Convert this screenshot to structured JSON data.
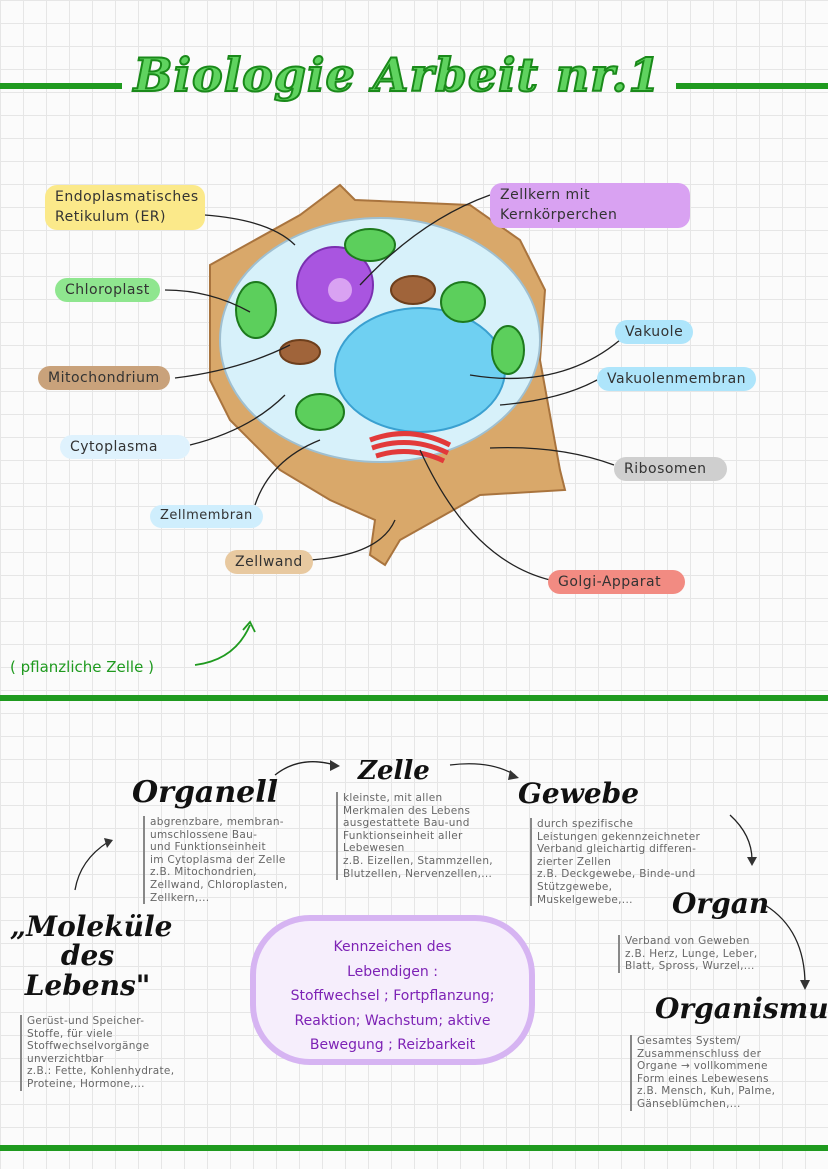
{
  "title": "Biologie Arbeit nr.1",
  "diagram": {
    "caption": "( pflanzliche Zelle )",
    "labels": {
      "er": "Endoplasmatisches Retikulum (ER)",
      "chloroplast": "Chloroplast",
      "mitochondrium": "Mitochondrium",
      "cytoplasma": "Cytoplasma",
      "zellmembran": "Zellmembran",
      "zellwand": "Zellwand",
      "zellkern": "Zellkern mit Kernkörperchen",
      "vakuole": "Vakuole",
      "vakuolenmembran": "Vakuolenmembran",
      "ribosomen": "Ribosomen",
      "golgi": "Golgi-Apparat"
    },
    "colors": {
      "green": "#1f9a1f",
      "yellow": "#fbe98a",
      "purple": "#c07ae8",
      "blue": "#cfeefd",
      "brown": "#c9a27b",
      "gray": "#cfcfcf",
      "red": "#f28b82"
    }
  },
  "hierarchy": {
    "organell": {
      "title": "Organell",
      "text": "abgrenzbare, membran-\numschlossene Bau-\nund Funktionseinheit\nim Cytoplasma der Zelle\nz.B. Mitochondrien,\nZellwand, Chloroplasten,\nZellkern,..."
    },
    "zelle": {
      "title": "Zelle",
      "text": "kleinste, mit allen\nMerkmalen des Lebens\nausgestattete Bau-und\nFunktionseinheit aller\nLebewesen\nz.B. Eizellen, Stammzellen,\nBlutzellen, Nervenzellen,..."
    },
    "gewebe": {
      "title": "Gewebe",
      "text": "durch spezifische\nLeistungen gekennzeichneter\nVerband gleichartig differen-\nzierter Zellen\nz.B. Deckgewebe, Binde-und\nStützgewebe,\nMuskelgewebe,..."
    },
    "organ": {
      "title": "Organ",
      "text": "Verband von Geweben\nz.B. Herz, Lunge, Leber,\nBlatt, Spross, Wurzel,..."
    },
    "organismus": {
      "title": "Organismus",
      "text": "Gesamtes System/\nZusammenschluss der\nOrgane → vollkommene\nForm eines Lebewesens\nz.B. Mensch, Kuh, Palme,\nGänseblümchen,..."
    },
    "molekuele": {
      "title": "„Moleküle des Lebens\"",
      "text": "Gerüst-und Speicher-\nStoffe, für viele\nStoffwechselvorgänge\nunverzichtbar\nz.B.: Fette, Kohlenhydrate,\nProteine, Hormone,..."
    }
  },
  "kennzeichen": "Kennzeichen des\nLebendigen :\nStoffwechsel ; Fortpflanzung;\nReaktion; Wachstum; aktive\nBewegung ; Reizbarkeit"
}
